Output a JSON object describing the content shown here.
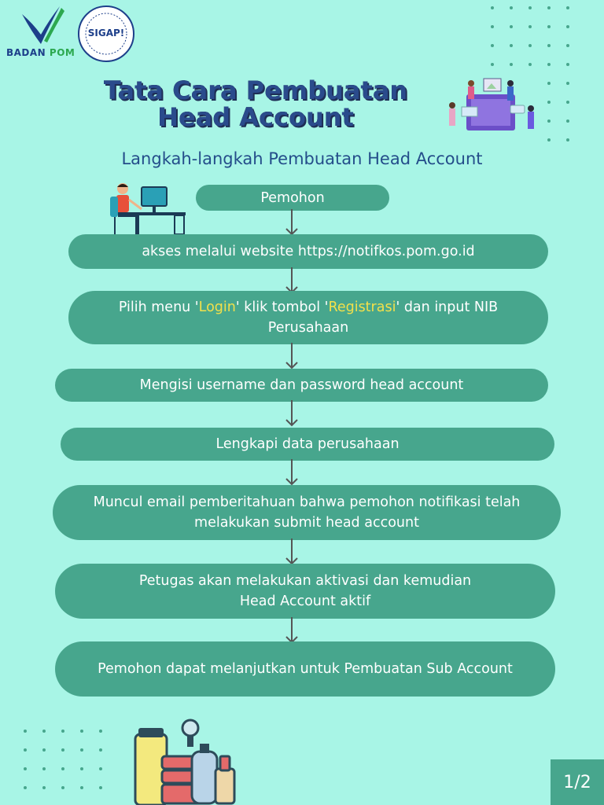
{
  "logos": {
    "badan_pom": {
      "badan": "BADAN",
      "pom": "POM"
    },
    "sigap": {
      "label": "SIGAP!"
    }
  },
  "title": {
    "line1": "Tata Cara Pembuatan",
    "line2": "Head Account"
  },
  "subtitle": "Langkah-langkah Pembuatan Head Account",
  "steps": [
    {
      "text": "Pemohon"
    },
    {
      "text": "akses melalui website https://notifkos.pom.go.id"
    },
    {
      "pre": "Pilih menu '",
      "hl1": "Login",
      "mid": "' klik tombol '",
      "hl2": "Registrasi",
      "post": "'  dan input NIB",
      "line2": "Perusahaan"
    },
    {
      "text": "Mengisi username dan password head account"
    },
    {
      "text": "Lengkapi data perusahaan"
    },
    {
      "line1": "Muncul email pemberitahuan bahwa pemohon notifikasi telah",
      "line2": "melakukan submit head account"
    },
    {
      "line1": "Petugas akan melakukan aktivasi dan kemudian",
      "line2": "Head Account aktif"
    },
    {
      "text": "Pemohon dapat melanjutkan untuk Pembuatan Sub Account"
    }
  ],
  "page_indicator": "1/2",
  "colors": {
    "background": "#a8f5e6",
    "step_fill": "#47a68d",
    "title": "#2a4b8c",
    "highlight": "#f2e04a"
  }
}
